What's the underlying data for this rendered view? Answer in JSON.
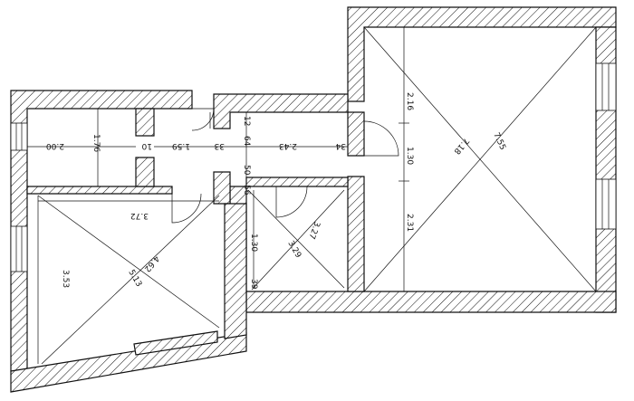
{
  "plan": {
    "dimensions": [
      {
        "id": "d-176",
        "text": "1.76"
      },
      {
        "id": "d-200",
        "text": "2.00"
      },
      {
        "id": "d-10",
        "text": "10"
      },
      {
        "id": "d-159",
        "text": "1.59"
      },
      {
        "id": "d-33",
        "text": "33"
      },
      {
        "id": "d-12",
        "text": "12"
      },
      {
        "id": "d-64",
        "text": "64"
      },
      {
        "id": "d-243",
        "text": "2.43"
      },
      {
        "id": "d-34",
        "text": "34"
      },
      {
        "id": "d-50",
        "text": "50"
      },
      {
        "id": "d-56",
        "text": "56"
      },
      {
        "id": "d-130a",
        "text": "1.30"
      },
      {
        "id": "d-327",
        "text": "3.27"
      },
      {
        "id": "d-329",
        "text": "3.29"
      },
      {
        "id": "d-39",
        "text": "39"
      },
      {
        "id": "d-372",
        "text": "3.72"
      },
      {
        "id": "d-353",
        "text": "3.53"
      },
      {
        "id": "d-462",
        "text": "4.62"
      },
      {
        "id": "d-513",
        "text": "5.13"
      },
      {
        "id": "d-216",
        "text": "2.16"
      },
      {
        "id": "d-130b",
        "text": "1.30"
      },
      {
        "id": "d-231",
        "text": "2.31"
      },
      {
        "id": "d-718",
        "text": "7.18"
      },
      {
        "id": "d-755",
        "text": "7.55"
      }
    ]
  }
}
